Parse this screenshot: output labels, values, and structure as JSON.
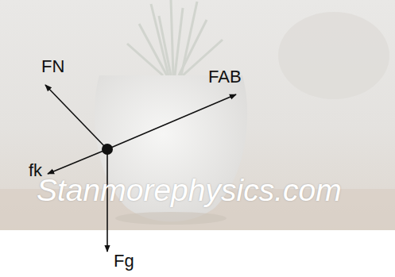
{
  "diagram": {
    "labels": [
      "FN",
      "FAB",
      "fk",
      "Fg",
      "Stanmorephysics.com"
    ]
  }
}
